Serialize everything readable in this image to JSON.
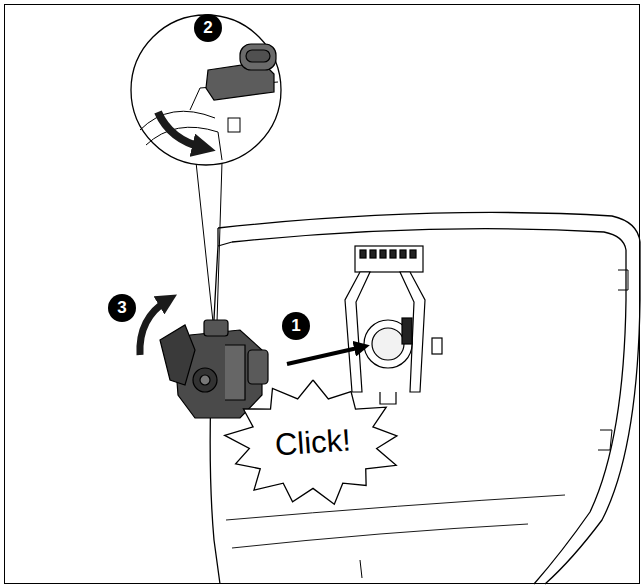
{
  "diagram": {
    "nodes": [
      {
        "text": [
          "Click!"
        ]
      }
    ],
    "labels": [
      "2",
      "3",
      "1"
    ]
  }
}
